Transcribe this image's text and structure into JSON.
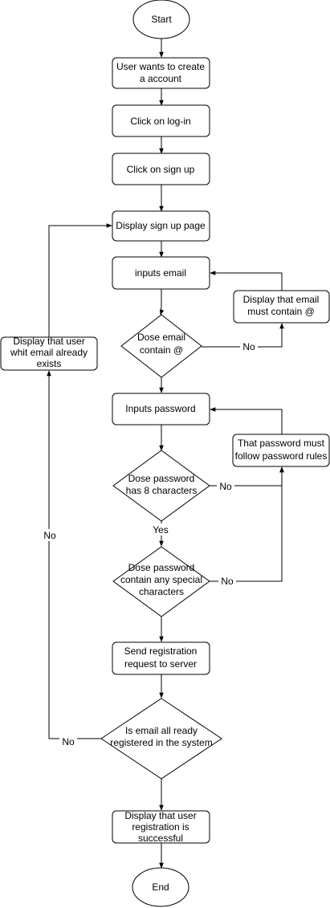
{
  "nodes": {
    "start": "Start",
    "create_account": [
      "User wants to create",
      "a account"
    ],
    "click_login": "Click on log-in",
    "click_signup": "Click on sign up",
    "display_signup": "Display sign up page",
    "inputs_email": "inputs email",
    "email_check": [
      "Dose email",
      "contain @"
    ],
    "email_error": [
      "Display that email",
      "must contain @"
    ],
    "inputs_password": "Inputs password",
    "password_rules": [
      "That password must",
      "follow password rules"
    ],
    "password_length_check": [
      "Dose password",
      "has 8 characters"
    ],
    "password_special_check": [
      "Dose password",
      "contain any special",
      "characters"
    ],
    "send_request": [
      "Send registration",
      "request to server"
    ],
    "registered_check": [
      "Is email all ready",
      "registered in the system"
    ],
    "email_exists": [
      "Display that user",
      "whit email already",
      "exists"
    ],
    "success": [
      "Display that user",
      "registration is",
      "successful"
    ],
    "end": "End"
  },
  "edge_labels": {
    "email_no": "No",
    "length_no": "No",
    "length_yes": "Yes",
    "special_no": "No",
    "registered_no": "No",
    "exists_no": "No"
  },
  "colors": {
    "stroke": "#000000",
    "fill": "#ffffff",
    "text": "#000000"
  }
}
